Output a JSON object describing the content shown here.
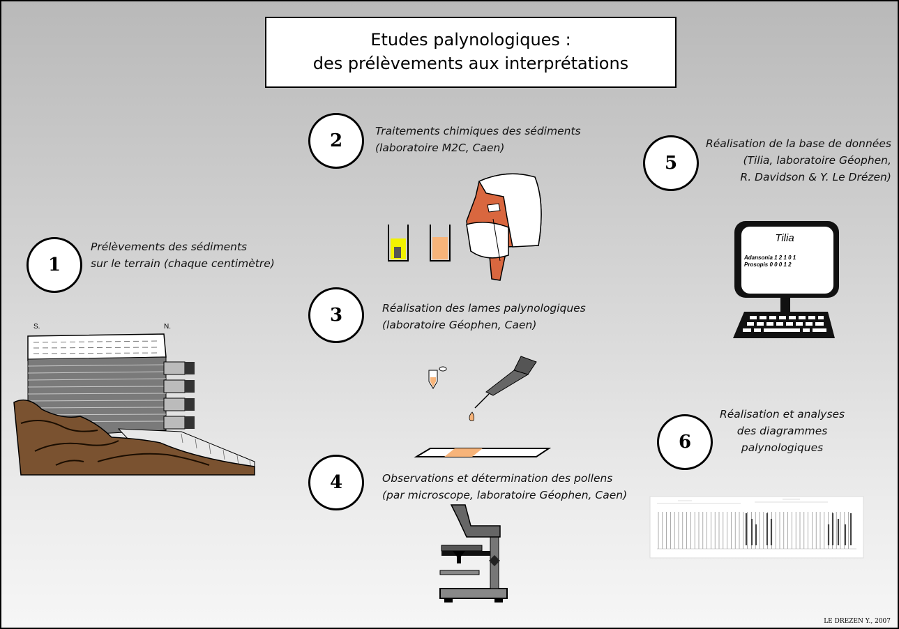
{
  "title": {
    "line1": "Etudes palynologiques :",
    "line2": "des prélèvements aux interprétations"
  },
  "steps": [
    {
      "number": "1",
      "line1": "Prélèvements des sédiments",
      "line2": "sur le terrain (chaque centimètre)"
    },
    {
      "number": "2",
      "line1": "Traitements chimiques des sédiments",
      "line2": "(laboratoire M2C, Caen)"
    },
    {
      "number": "3",
      "line1": "Réalisation des lames palynologiques",
      "line2": "(laboratoire Géophen, Caen)"
    },
    {
      "number": "4",
      "line1": "Observations et détermination des pollens",
      "line2": "(par microscope, laboratoire Géophen, Caen)"
    },
    {
      "number": "5",
      "line1": "Réalisation de la base de données",
      "line2": "(Tilia, laboratoire Géophen,",
      "line3": "R. Davidson & Y. Le Drézen)"
    },
    {
      "number": "6",
      "line1": "Réalisation et analyses",
      "line2": "des diagrammes",
      "line3": "palynologiques"
    }
  ],
  "section_labels": {
    "south": "S.",
    "north": "N."
  },
  "computer": {
    "app_name": "Tilia",
    "row1": "Adansonia 1 2 1 0 1",
    "row2": "Prosopis 0 0 0 1 2"
  },
  "credit": "LE DREZEN Y., 2007",
  "colors": {
    "sediment_gray": "#7a7a7a",
    "bedrock_brown": "#7a5230",
    "orange": "#f7b47a",
    "skin": "#d9673f",
    "yellow": "#f2f200"
  }
}
